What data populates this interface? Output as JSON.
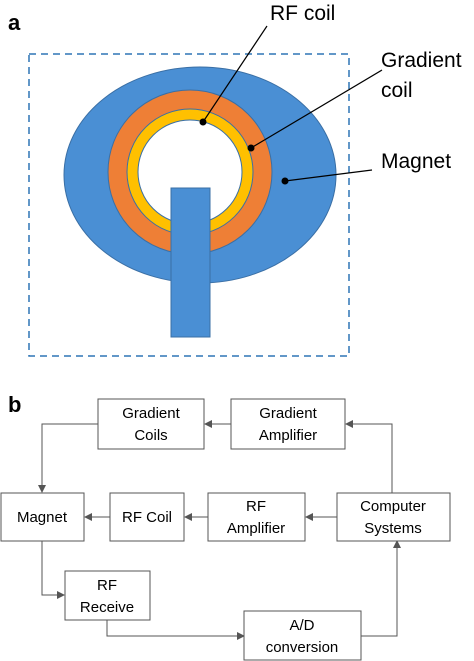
{
  "panels": {
    "a": {
      "label": "a",
      "callouts": {
        "rf_coil": "RF coil",
        "gradient_coil_line1": "Gradient",
        "gradient_coil_line2": "coil",
        "magnet": "Magnet"
      },
      "colors": {
        "magnet": "#4a8fd4",
        "gradient_coil": "#ee7f36",
        "rf_coil": "#ffc000",
        "outline": "#3a6fa5",
        "dashed_frame": "#2f75b5"
      }
    },
    "b": {
      "label": "b",
      "blocks": {
        "gradient_coils": [
          "Gradient",
          "Coils"
        ],
        "gradient_amplifier": [
          "Gradient",
          "Amplifier"
        ],
        "magnet": [
          "Magnet"
        ],
        "rf_coil": [
          "RF Coil"
        ],
        "rf_amplifier": [
          "RF",
          "Amplifier"
        ],
        "computer_systems": [
          "Computer",
          "Systems"
        ],
        "rf_receive": [
          "RF",
          "Receive"
        ],
        "ad_conversion": [
          "A/D",
          "conversion"
        ]
      }
    }
  }
}
